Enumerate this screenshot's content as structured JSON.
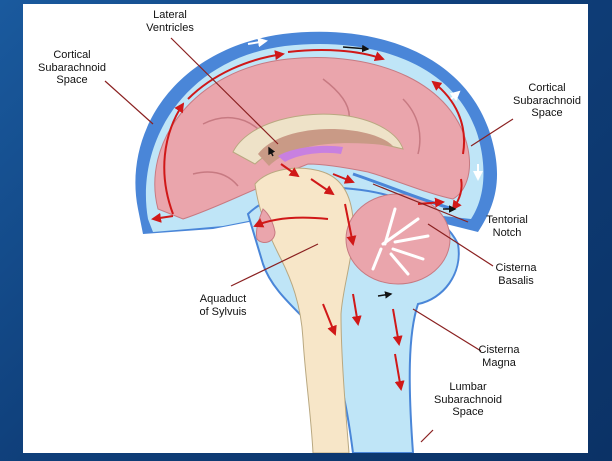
{
  "colors": {
    "slide_background": "#0f3f7a",
    "panel": "#ffffff",
    "dura": "#4a86d8",
    "csf": "#bfe5f7",
    "brain": "#eaa5ac",
    "white_matter": "#eee2c8",
    "ventricle": "#c99a86",
    "brainstem": "#f7e6c8",
    "choroid_plexus": "#c880e0",
    "flow_arrow": "#d01818",
    "leader_line": "#8a2020"
  },
  "labels": {
    "lateral_ventricles": "Lateral\nVentricles",
    "cortical_sas_left": "Cortical\nSubarachnoid\nSpace",
    "cortical_sas_right": "Cortical\nSubarachnoid\nSpace",
    "tentorial_notch": "Tentorial\nNotch",
    "cisterna_basalis": "Cisterna\nBasalis",
    "aquaduct": "Aquaduct\nof Sylvuis",
    "cisterna_magna": "Cisterna\nMagna",
    "lumbar_sas": "Lumbar\nSubarachnoid\nSpace"
  }
}
